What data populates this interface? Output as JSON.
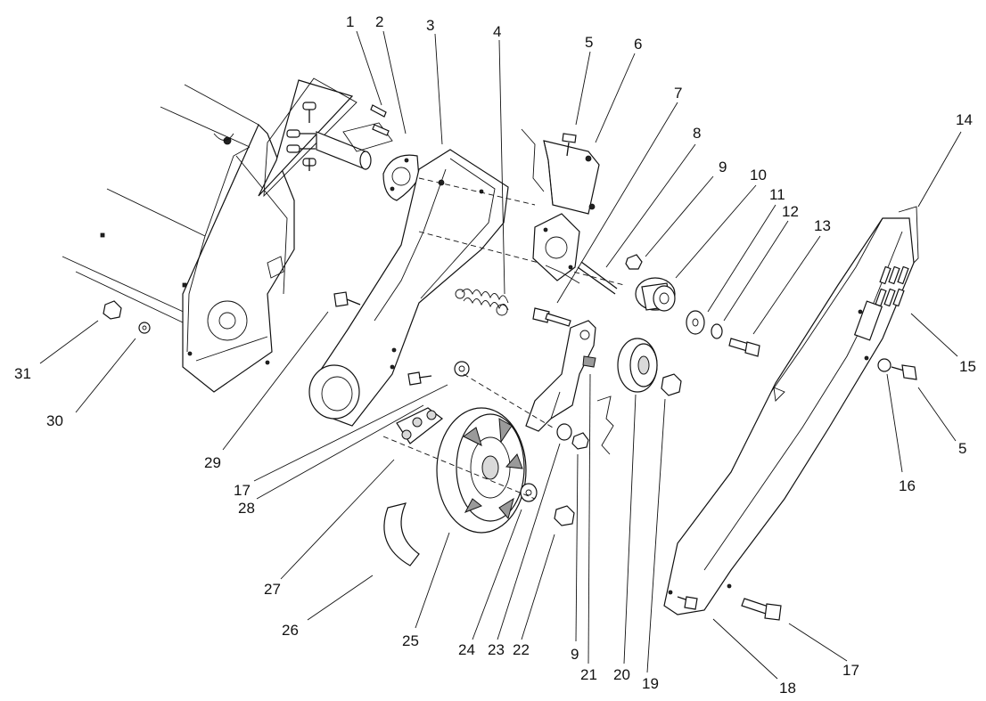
{
  "callouts": [
    {
      "id": "c1",
      "text": "1"
    },
    {
      "id": "c2",
      "text": "2"
    },
    {
      "id": "c3",
      "text": "3"
    },
    {
      "id": "c4",
      "text": "4"
    },
    {
      "id": "c5a",
      "text": "5"
    },
    {
      "id": "c6",
      "text": "6"
    },
    {
      "id": "c7",
      "text": "7"
    },
    {
      "id": "c8",
      "text": "8"
    },
    {
      "id": "c9a",
      "text": "9"
    },
    {
      "id": "c10",
      "text": "10"
    },
    {
      "id": "c11",
      "text": "11"
    },
    {
      "id": "c12",
      "text": "12"
    },
    {
      "id": "c13",
      "text": "13"
    },
    {
      "id": "c14",
      "text": "14"
    },
    {
      "id": "c15",
      "text": "15"
    },
    {
      "id": "c5b",
      "text": "5"
    },
    {
      "id": "c16",
      "text": "16"
    },
    {
      "id": "c17b",
      "text": "17"
    },
    {
      "id": "c18",
      "text": "18"
    },
    {
      "id": "c19",
      "text": "19"
    },
    {
      "id": "c20",
      "text": "20"
    },
    {
      "id": "c21",
      "text": "21"
    },
    {
      "id": "c9b",
      "text": "9"
    },
    {
      "id": "c22",
      "text": "22"
    },
    {
      "id": "c23",
      "text": "23"
    },
    {
      "id": "c24",
      "text": "24"
    },
    {
      "id": "c25",
      "text": "25"
    },
    {
      "id": "c26",
      "text": "26"
    },
    {
      "id": "c27",
      "text": "27"
    },
    {
      "id": "c28",
      "text": "28"
    },
    {
      "id": "c17a",
      "text": "17"
    },
    {
      "id": "c29",
      "text": "29"
    },
    {
      "id": "c30",
      "text": "30"
    },
    {
      "id": "c31",
      "text": "31"
    }
  ]
}
